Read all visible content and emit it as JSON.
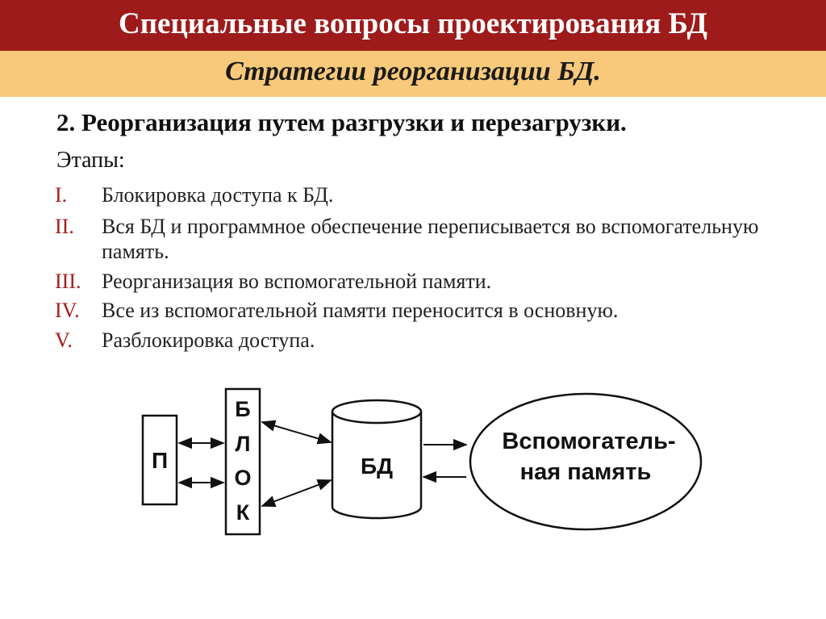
{
  "title": "Специальные вопросы проектирования БД",
  "subtitle": "Стратегии реорганизации БД.",
  "heading": "2. Реорганизация путем разгрузки и перезагрузки.",
  "stages_label": "Этапы:",
  "steps": [
    {
      "num": "I.",
      "text": "Блокировка доступа к БД."
    },
    {
      "num": "II.",
      "text": "Вся БД и программное обеспечение переписывается во вспомогательную память."
    },
    {
      "num": "III.",
      "text": "Реорганизация во вспомогательной памяти."
    },
    {
      "num": "IV.",
      "text": "Все из вспомогательной памяти переносится в основную."
    },
    {
      "num": "V.",
      "text": "Разблокировка доступа."
    }
  ],
  "diagram": {
    "p_label": "П",
    "block_letters": [
      "Б",
      "Л",
      "О",
      "К"
    ],
    "db_label": "БД",
    "aux_line1": "Вспомогатель-",
    "aux_line2": "ная память"
  },
  "colors": {
    "title_band": "#9e1b1b",
    "subtitle_band": "#f8c97a",
    "numeral": "#a61c1c"
  }
}
